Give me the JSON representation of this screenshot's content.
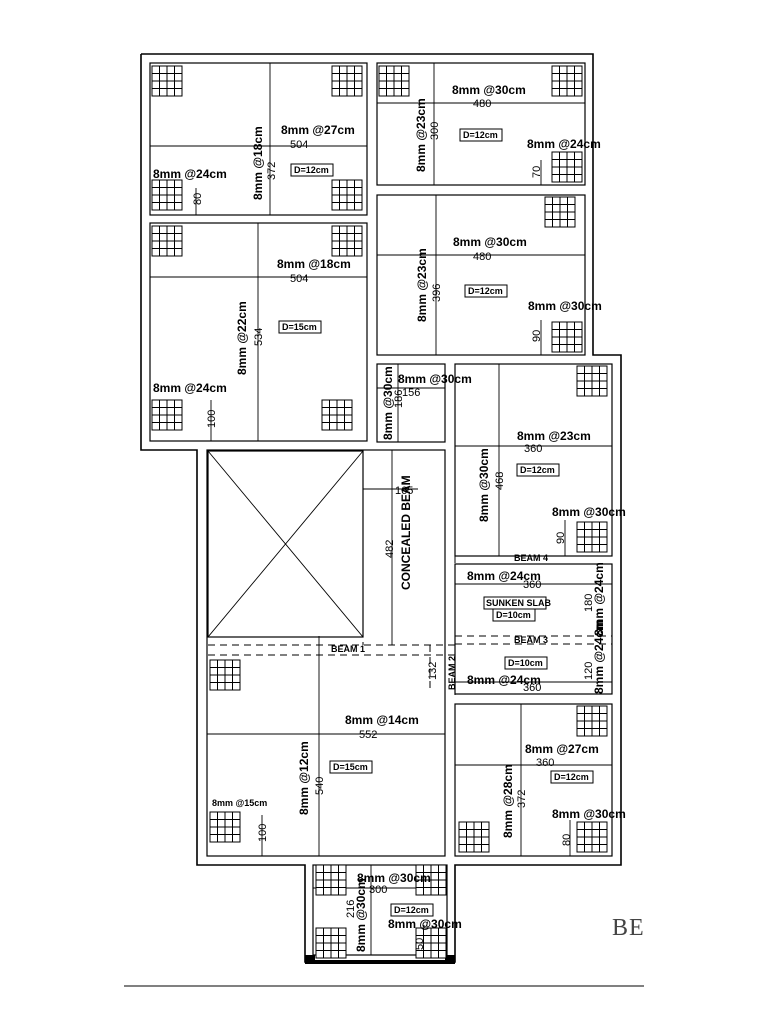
{
  "drawing": {
    "title_fragment": "BE",
    "rooms": [
      {
        "id": "r1",
        "bar_x": "8mm @27cm",
        "span_x": "504",
        "bar_y": "8mm @18cm",
        "span_y": "372",
        "depth": "D=12cm",
        "extra": "8mm @24cm",
        "extra_dim": "80"
      },
      {
        "id": "r2",
        "bar_x": "8mm @30cm",
        "span_x": "480",
        "bar_y": "8mm @23cm",
        "span_y": "300",
        "depth": "D=12cm",
        "extra": "8mm @24cm",
        "extra_dim": "70"
      },
      {
        "id": "r3",
        "bar_x": "8mm @18cm",
        "span_x": "504",
        "bar_y": "8mm @22cm",
        "span_y": "534",
        "depth": "D=15cm",
        "extra": "8mm @24cm",
        "extra_dim": "100"
      },
      {
        "id": "r4",
        "bar_x": "8mm @30cm",
        "span_x": "480",
        "bar_y": "8mm @23cm",
        "span_y": "396",
        "depth": "D=12cm",
        "extra": "8mm @30cm",
        "extra_dim": "90"
      },
      {
        "id": "r5",
        "bar_x": "8mm @30cm",
        "span_x": "156",
        "bar_y": "8mm @30cm",
        "span_y": "186"
      },
      {
        "id": "r6",
        "bar_x": "8mm @23cm",
        "span_x": "360",
        "bar_y": "8mm @30cm",
        "span_y": "468",
        "depth": "D=12cm",
        "extra": "8mm @30cm",
        "extra_dim": "90"
      },
      {
        "id": "r7",
        "bar_x": "8mm @24cm",
        "span_x": "360",
        "bar_y": "8mm @24cm",
        "span_y": "180",
        "depth": "D=10cm",
        "tag": "SUNKEN SLAB"
      },
      {
        "id": "r8",
        "bar_x": "8mm @24cm",
        "span_x": "360",
        "bar_y": "8mm @24cm",
        "span_y": "120",
        "depth": "D=10cm"
      },
      {
        "id": "r9",
        "bar_x": "8mm @14cm",
        "span_x": "552",
        "bar_y": "8mm @12cm",
        "span_y": "540",
        "depth": "D=15cm",
        "extra": "8mm @15cm",
        "extra_dim": "100"
      },
      {
        "id": "r10",
        "bar_x": "8mm @27cm",
        "span_x": "360",
        "bar_y": "8mm @28cm",
        "span_y": "372",
        "depth": "D=12cm",
        "extra": "8mm @30cm",
        "extra_dim": "80"
      },
      {
        "id": "r11",
        "bar_x": "8mm @30cm",
        "span_x": "300",
        "bar_y": "8mm @30cm",
        "span_y": "216",
        "depth": "D=12cm",
        "extra": "8mm @30cm",
        "extra_dim": "50"
      }
    ],
    "beams": {
      "concealed": "CONCEALED BEAM",
      "concealed_span": "482",
      "concealed_dim": "165",
      "beam1": "BEAM 1",
      "beam2": "BEAM 2",
      "beam2_dim": "132",
      "beam3": "BEAM 3",
      "beam4": "BEAM 4"
    }
  }
}
